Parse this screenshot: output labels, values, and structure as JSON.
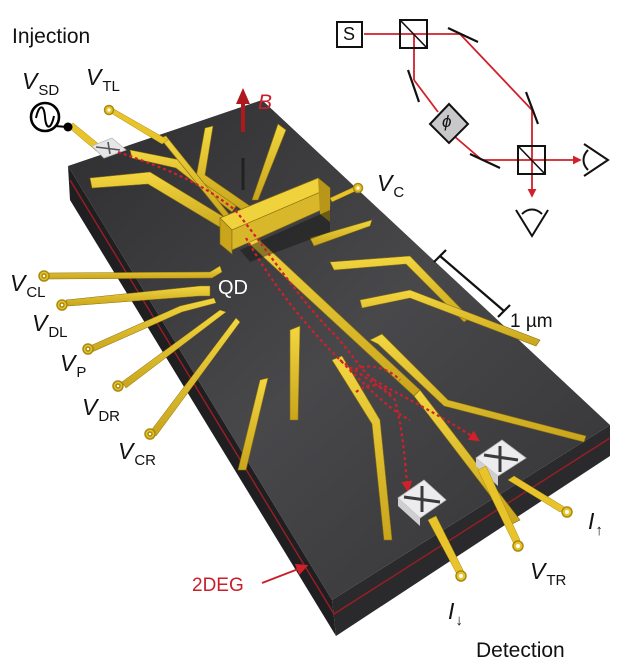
{
  "figure": {
    "type": "schematic",
    "description": "Electron quantum optics device with quantum dot injection and Mach-Zehnder-like detection"
  },
  "labels": {
    "injection": "Injection",
    "detection": "Detection",
    "magnetic_field": "B",
    "quantum_dot": "QD",
    "two_deg": "2DEG",
    "scale_bar": "1 µm"
  },
  "gates": {
    "v_sd": {
      "symbol": "V",
      "sub": "SD"
    },
    "v_tl": {
      "symbol": "V",
      "sub": "TL"
    },
    "v_c": {
      "symbol": "V",
      "sub": "C"
    },
    "v_cl": {
      "symbol": "V",
      "sub": "CL"
    },
    "v_dl": {
      "symbol": "V",
      "sub": "DL"
    },
    "v_p": {
      "symbol": "V",
      "sub": "P"
    },
    "v_dr": {
      "symbol": "V",
      "sub": "DR"
    },
    "v_cr": {
      "symbol": "V",
      "sub": "CR"
    },
    "v_tr": {
      "symbol": "V",
      "sub": "TR"
    },
    "i_down": {
      "symbol": "I",
      "sub": "↓"
    },
    "i_up": {
      "symbol": "I",
      "sub": "↑"
    }
  },
  "optics_inset": {
    "source": "S",
    "phase_shifter": "ϕ"
  },
  "colors": {
    "chip_top": "#3a3a3c",
    "chip_side": "#262628",
    "gold": "#e8c42a",
    "gold_dark": "#a88a12",
    "beam_red": "#d0202a",
    "label_red": "#c8202a",
    "ohmic_white": "#e8e8ea",
    "text": "#111111"
  }
}
